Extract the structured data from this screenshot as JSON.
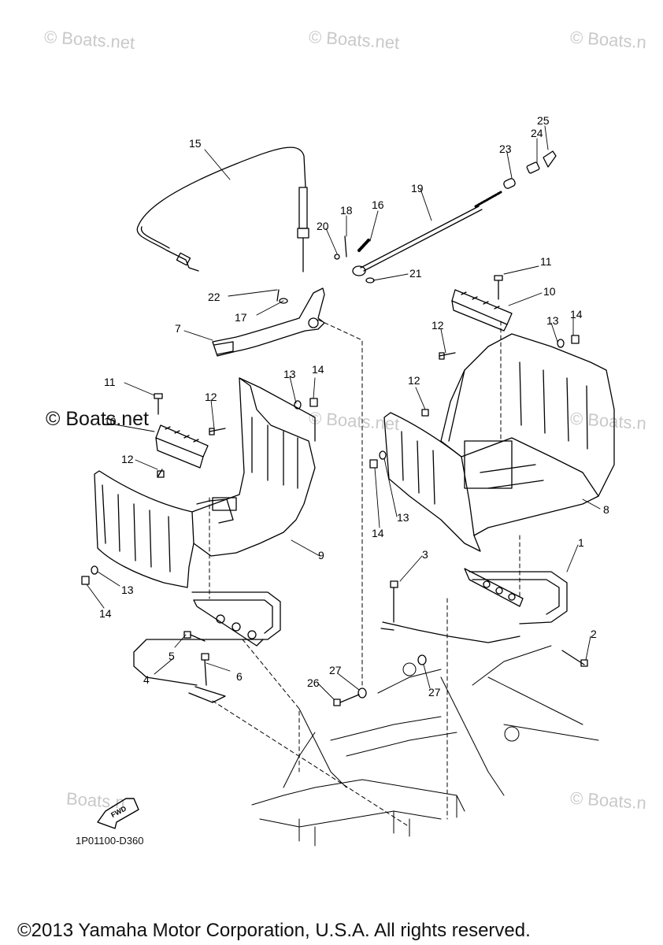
{
  "watermarks": [
    "© Boats.net",
    "© Boats.net",
    "© Boats.n",
    "© Boats.net",
    "© Boats.n",
    "Boats.n",
    "© Boats.n"
  ],
  "watermark_dark": "© Boats.net",
  "callouts": [
    "1",
    "2",
    "3",
    "4",
    "5",
    "6",
    "7",
    "8",
    "9",
    "10",
    "10",
    "11",
    "11",
    "12",
    "12",
    "12",
    "12",
    "13",
    "13",
    "13",
    "13",
    "14",
    "14",
    "14",
    "14",
    "15",
    "16",
    "17",
    "18",
    "19",
    "20",
    "21",
    "22",
    "23",
    "24",
    "25",
    "26",
    "27",
    "27"
  ],
  "fwd_label": "FWD",
  "diagram_code": "1P01100-D360",
  "copyright": "©2013 Yamaha Motor Corporation, U.S.A. All rights reserved."
}
